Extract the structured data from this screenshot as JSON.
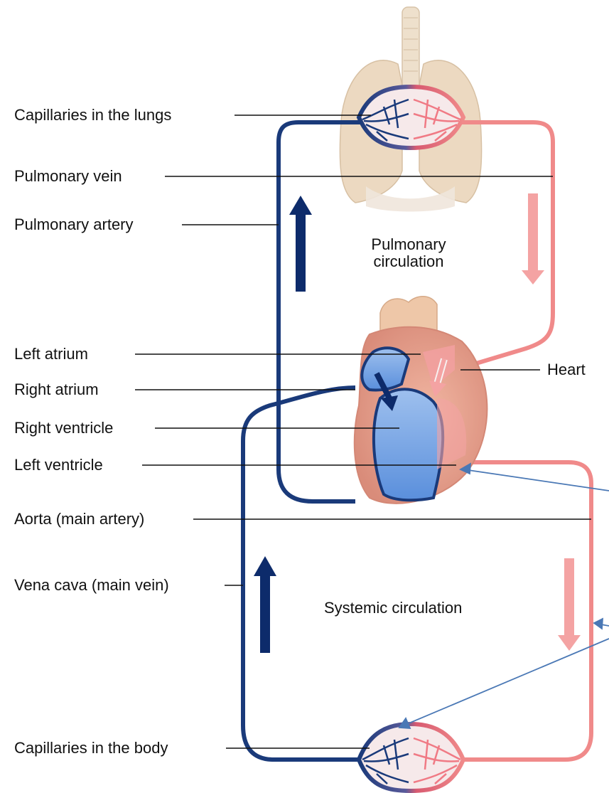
{
  "labels": {
    "capillaries_lungs": "Capillaries in the lungs",
    "pulmonary_vein": "Pulmonary vein",
    "pulmonary_artery": "Pulmonary artery",
    "left_atrium": "Left atrium",
    "right_atrium": "Right atrium",
    "right_ventricle": "Right ventricle",
    "left_ventricle": "Left ventricle",
    "aorta": "Aorta (main artery)",
    "vena_cava": "Vena cava (main vein)",
    "capillaries_body": "Capillaries in the body",
    "heart": "Heart",
    "pulmonary_circulation_line1": "Pulmonary",
    "pulmonary_circulation_line2": "circulation",
    "systemic_circulation": "Systemic circulation"
  },
  "colors": {
    "deoxygenated": "#1a3a7a",
    "oxygenated": "#f08a8a",
    "arrow_dark": "#0d2b6b",
    "arrow_light": "#f4a3a3",
    "annotation": "#4a78b5",
    "lung_tissue": "#e9d5bd",
    "heart_tissue": "#e8b49a"
  },
  "icons": {
    "lungs": "lungs-icon",
    "heart": "heart-icon"
  }
}
